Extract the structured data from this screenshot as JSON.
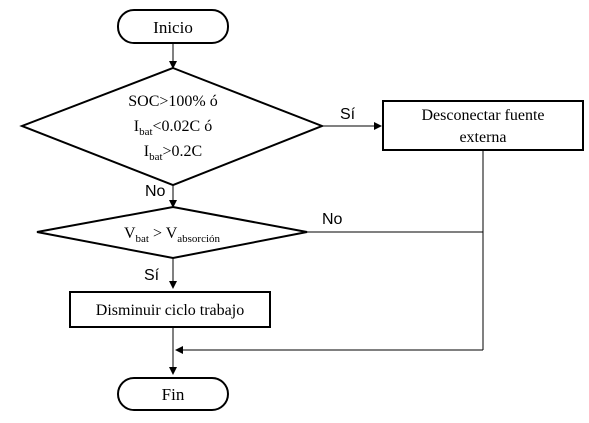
{
  "diagram": {
    "nodes": {
      "start": {
        "label": "Inicio"
      },
      "decision1": {
        "line1": "SOC>100% ó",
        "line2_base": "I",
        "line2_sub": "bat",
        "line2_rest": "<0.02C ó",
        "line3_base": "I",
        "line3_sub": "bat",
        "line3_rest": ">0.2C"
      },
      "disconnect": {
        "line1": "Desconectar fuente",
        "line2": "externa"
      },
      "decision2": {
        "left_base": "V",
        "left_sub": "bat",
        "op": " > ",
        "right_base": "V",
        "right_sub": "absorción"
      },
      "reduce": {
        "label": "Disminuir ciclo trabajo"
      },
      "end": {
        "label": "Fin"
      }
    },
    "edge_labels": {
      "d1_yes": "Sí",
      "d1_no": "No",
      "d2_no": "No",
      "d2_yes": "Sí"
    }
  }
}
